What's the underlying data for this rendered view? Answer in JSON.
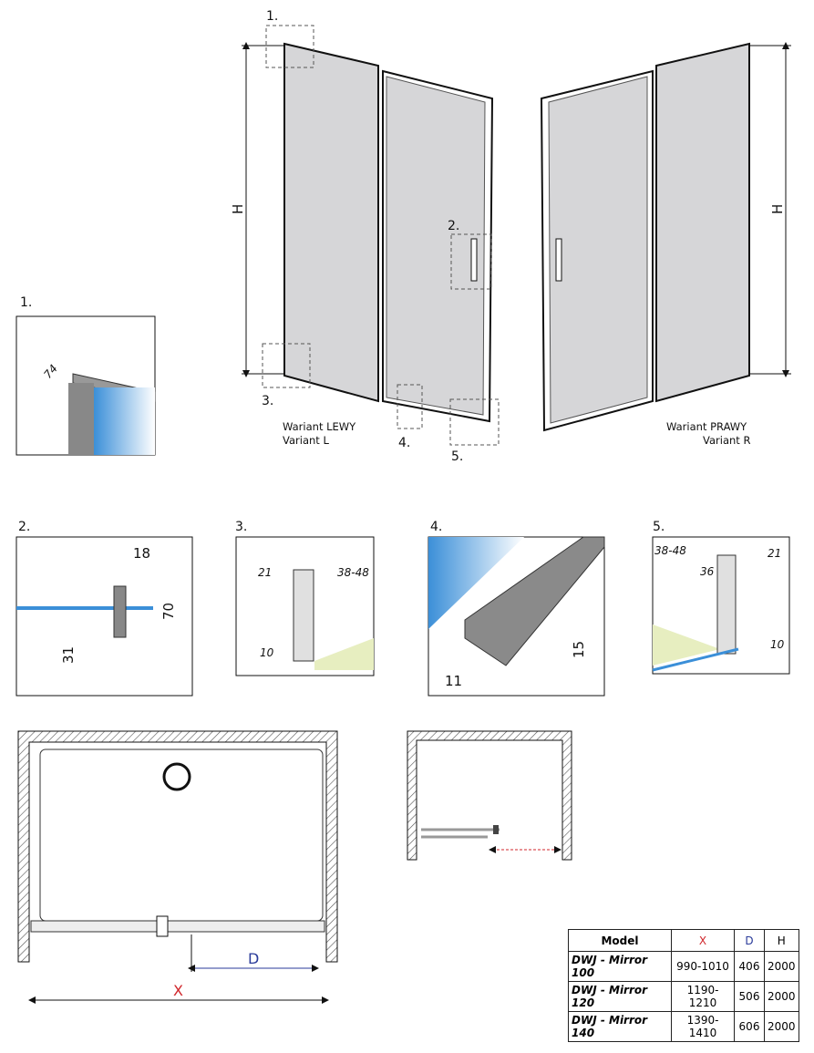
{
  "callouts": {
    "c1": "1.",
    "c2": "2.",
    "c3": "3.",
    "c4": "4.",
    "c5": "5."
  },
  "elevation": {
    "height_label": "H",
    "left_variant": {
      "line1": "Wariant LEWY",
      "line2": "Variant L"
    },
    "right_variant": {
      "line1": "Wariant PRAWY",
      "line2": "Variant R"
    }
  },
  "details": {
    "d1": {
      "dim": "74"
    },
    "d2": {
      "width": "18",
      "height": "70",
      "offset": "31"
    },
    "d3": {
      "a": "21",
      "b": "38-48",
      "c": "10"
    },
    "d4": {
      "height": "15",
      "width": "11"
    },
    "d5": {
      "a": "38-48",
      "b": "21",
      "c": "36",
      "d": "10"
    }
  },
  "plan": {
    "d_label": "D",
    "x_label": "X"
  },
  "colors": {
    "x": "#d0262b",
    "d": "#2a3b9a",
    "glass": "#d6d6d8",
    "floor": "#e7eec0",
    "blue": "#3b8fd8"
  },
  "table": {
    "headers": [
      "Model",
      "X",
      "D",
      "H"
    ],
    "rows": [
      [
        "DWJ - Mirror 100",
        "990-1010",
        "406",
        "2000"
      ],
      [
        "DWJ - Mirror 120",
        "1190-1210",
        "506",
        "2000"
      ],
      [
        "DWJ - Mirror 140",
        "1390-1410",
        "606",
        "2000"
      ]
    ]
  }
}
